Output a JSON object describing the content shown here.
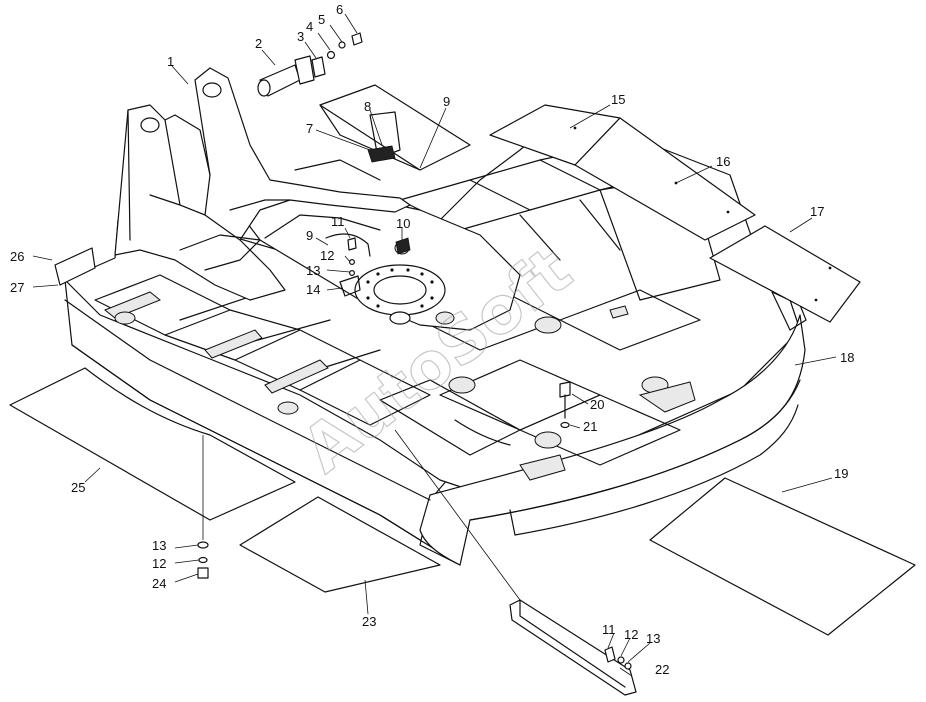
{
  "diagram": {
    "watermark": "AutoSoft",
    "callouts": [
      {
        "id": "c1",
        "text": "1"
      },
      {
        "id": "c2",
        "text": "2"
      },
      {
        "id": "c3",
        "text": "3"
      },
      {
        "id": "c4",
        "text": "4"
      },
      {
        "id": "c5",
        "text": "5"
      },
      {
        "id": "c6",
        "text": "6"
      },
      {
        "id": "c7",
        "text": "7"
      },
      {
        "id": "c8",
        "text": "8"
      },
      {
        "id": "c9a",
        "text": "9"
      },
      {
        "id": "c9b",
        "text": "9"
      },
      {
        "id": "c10",
        "text": "10"
      },
      {
        "id": "c11a",
        "text": "11"
      },
      {
        "id": "c12a",
        "text": "12"
      },
      {
        "id": "c13a",
        "text": "13"
      },
      {
        "id": "c14",
        "text": "14"
      },
      {
        "id": "c15",
        "text": "15"
      },
      {
        "id": "c16",
        "text": "16"
      },
      {
        "id": "c17",
        "text": "17"
      },
      {
        "id": "c18",
        "text": "18"
      },
      {
        "id": "c19",
        "text": "19"
      },
      {
        "id": "c20",
        "text": "20"
      },
      {
        "id": "c21",
        "text": "21"
      },
      {
        "id": "c22",
        "text": "22"
      },
      {
        "id": "c23",
        "text": "23"
      },
      {
        "id": "c24",
        "text": "24"
      },
      {
        "id": "c25",
        "text": "25"
      },
      {
        "id": "c26",
        "text": "26"
      },
      {
        "id": "c27",
        "text": "27"
      },
      {
        "id": "c13b",
        "text": "13"
      },
      {
        "id": "c12b",
        "text": "12"
      },
      {
        "id": "c11b",
        "text": "11"
      },
      {
        "id": "c12c",
        "text": "12"
      },
      {
        "id": "c13c",
        "text": "13"
      }
    ]
  }
}
